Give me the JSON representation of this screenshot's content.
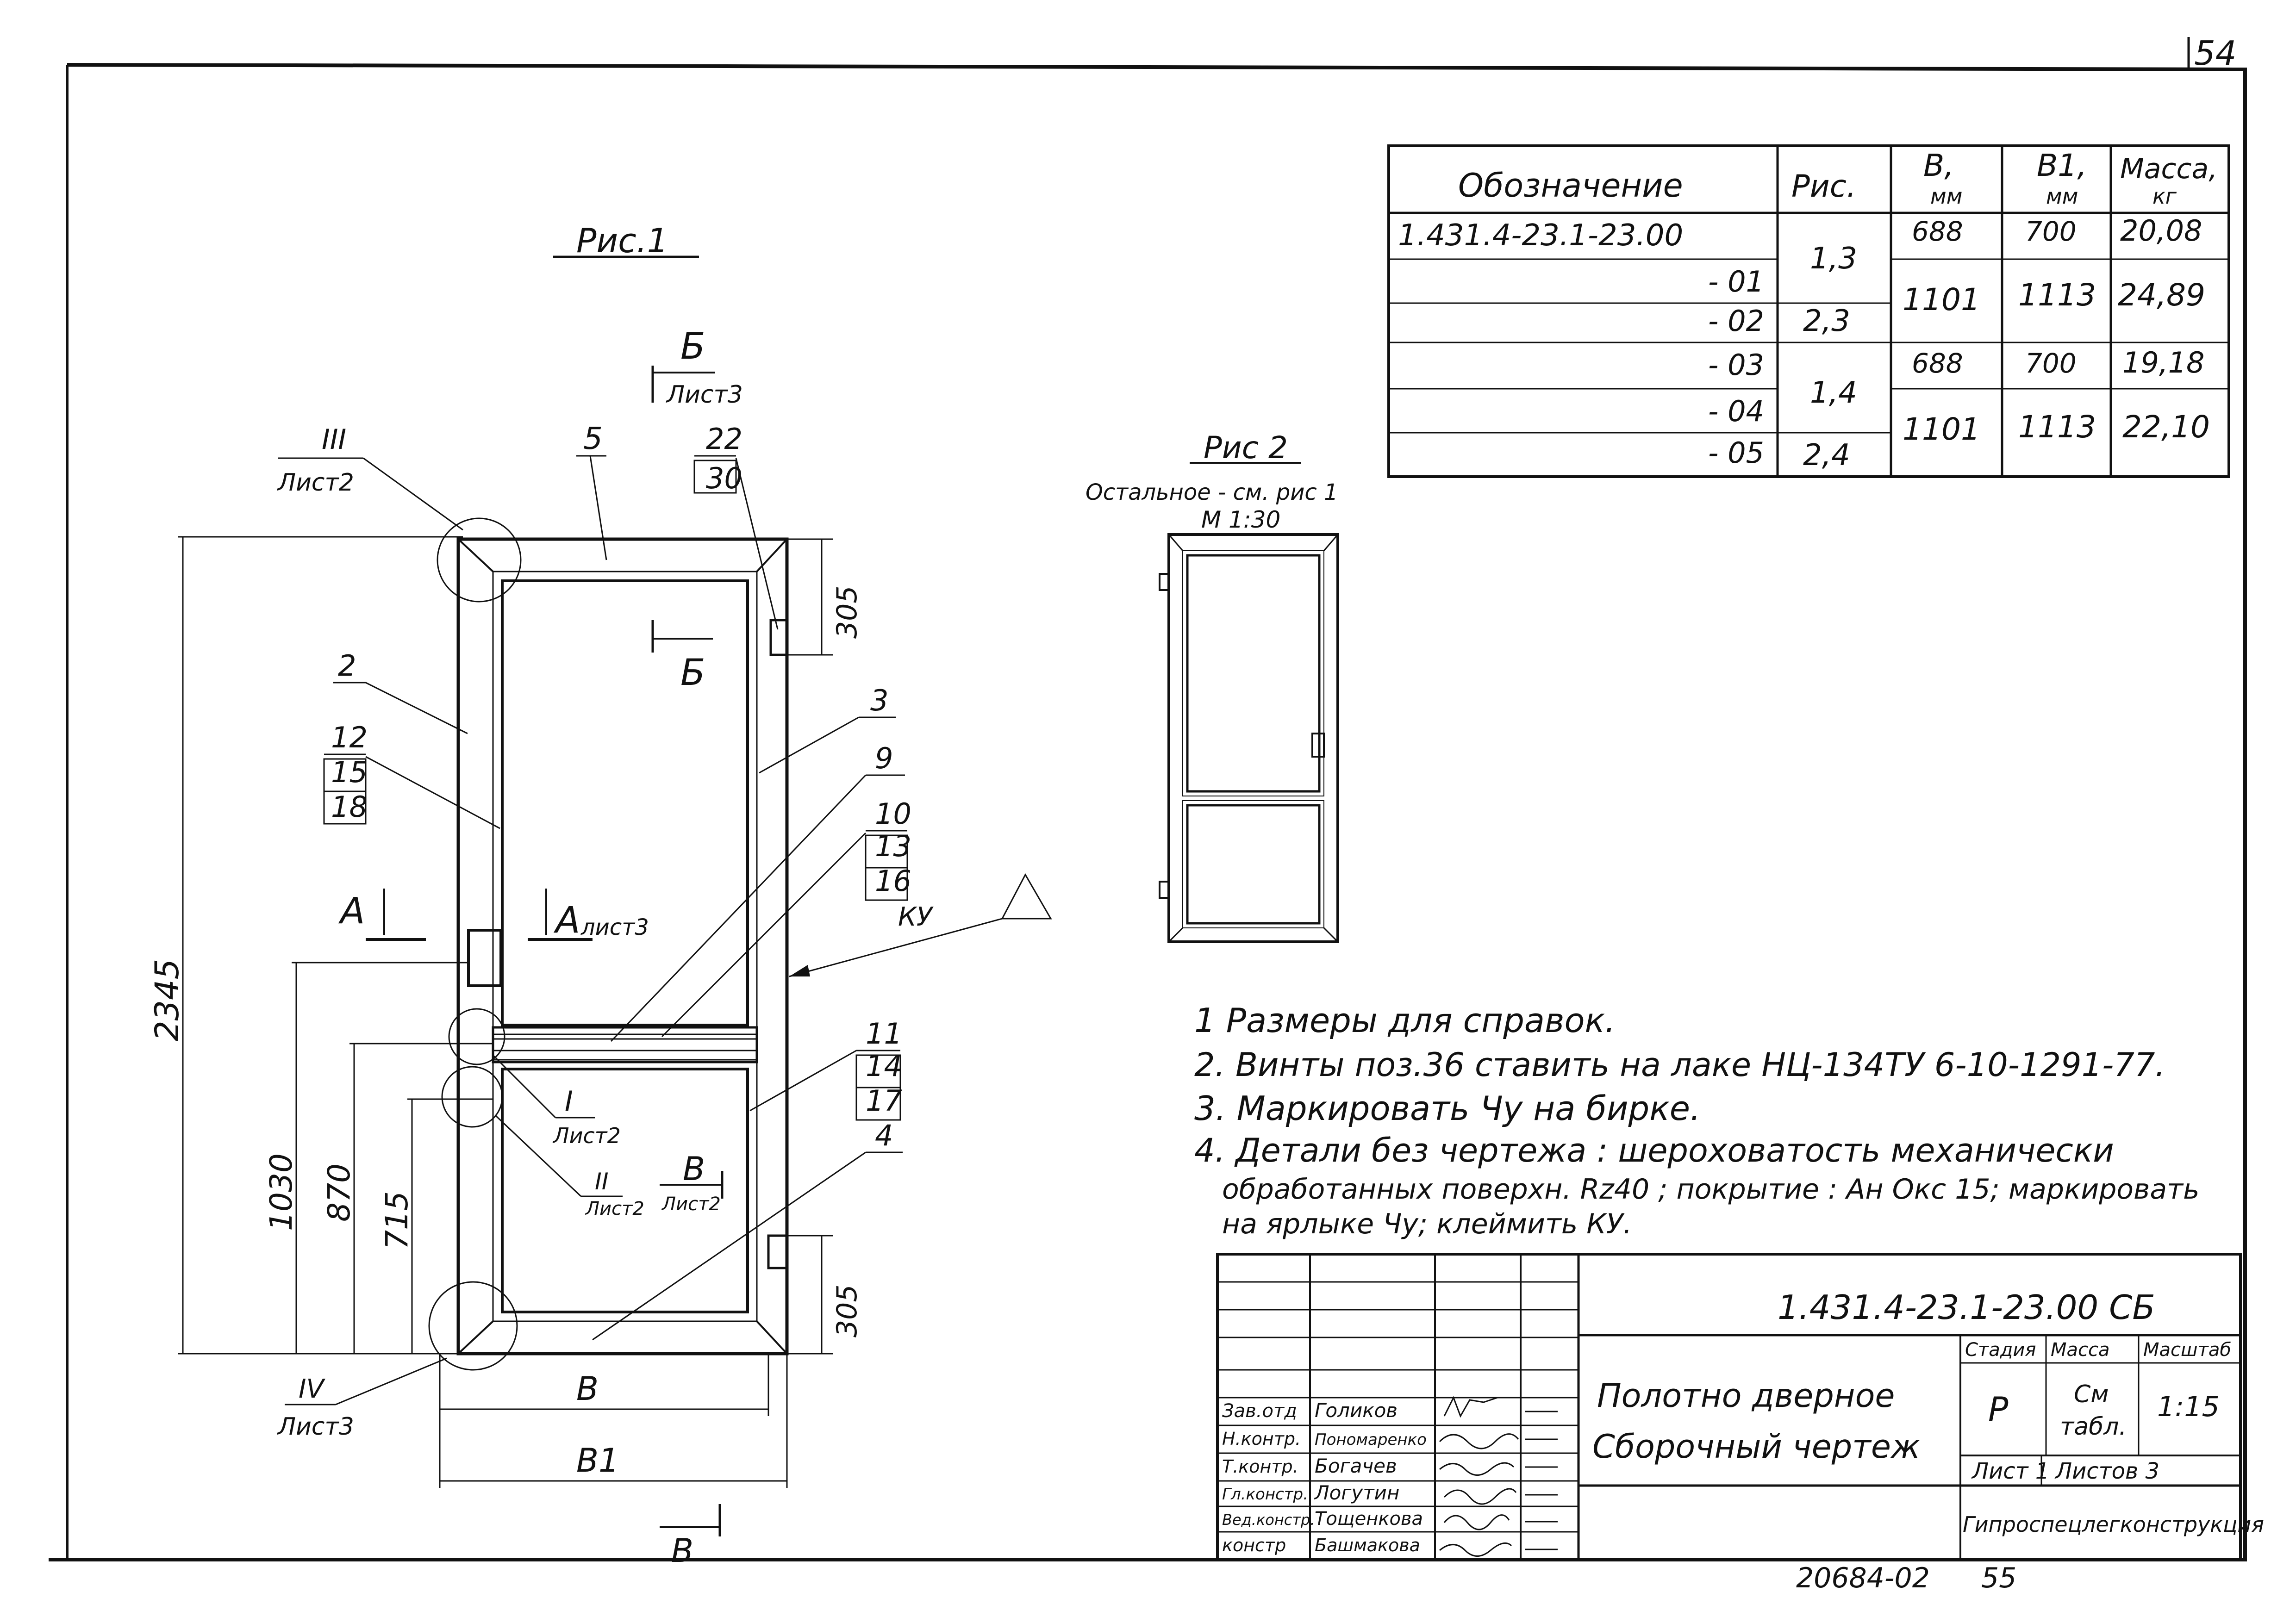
{
  "page_number": "54",
  "bottom_codes": {
    "left": "20684-02",
    "right": "55"
  },
  "fig1": {
    "title": "Рис.1",
    "dim_height": "2345",
    "dim_1030": "1030",
    "dim_870": "870",
    "dim_715": "715",
    "dim_305_top": "305",
    "dim_305_bottom": "305",
    "dim_B": "B",
    "dim_B1": "B1",
    "section_B_letter": "Б",
    "section_B_sheet": "Лист3",
    "section_A_letter": "A",
    "section_A_sheet": "лист3",
    "section_V_letter": "В",
    "section_V_sheet": "Лист2",
    "callouts": {
      "c5": "5",
      "c22": "22",
      "c30": "30",
      "c2": "2",
      "c12": "12",
      "c15": "15",
      "c18": "18",
      "c3": "3",
      "c9": "9",
      "c10": "10",
      "c13": "13",
      "c16": "16",
      "c11": "11",
      "c14": "14",
      "c17": "17",
      "c4": "4"
    },
    "ku_label": "КУ",
    "details": {
      "d3_num": "III",
      "d3_sheet": "Лист2",
      "d1_num": "I",
      "d1_sheet": "Лист2",
      "d2_num": "II",
      "d2_sheet": "Лист2",
      "d4_num": "IV",
      "d4_sheet": "Лист3"
    }
  },
  "fig2": {
    "title": "Рис 2",
    "note": "Остальное - см. рис 1",
    "scale": "М 1:30"
  },
  "spec_table": {
    "headers": [
      "Обозначение",
      "Рис.",
      "B,",
      "B1,",
      "Масса,"
    ],
    "units": [
      "",
      "",
      "мм",
      "мм",
      "кг"
    ],
    "designations": [
      "1.431.4-23.1-23.00",
      "- 01",
      "- 02",
      "- 03",
      "- 04",
      "- 05"
    ],
    "ris": [
      "1,3",
      "2,3",
      "1,4",
      "2,4"
    ],
    "rows": [
      {
        "B": "688",
        "B1": "700",
        "mass": "20,08"
      },
      {
        "B": "1101",
        "B1": "1113",
        "mass": "24,89"
      },
      {
        "B": "688",
        "B1": "700",
        "mass": "19,18"
      },
      {
        "B": "1101",
        "B1": "1113",
        "mass": "22,10"
      }
    ]
  },
  "notes": [
    "1 Размеры для справок.",
    "2. Винты поз.36 ставить на лаке НЦ-134ТУ 6-10-1291-77.",
    "3. Маркировать Чу на бирке.",
    "4. Детали без чертежа : шероховатость механически",
    "обработанных поверхн. Rz40 ; покрытие : Ан Окс 15; маркировать",
    "на ярлыке Чу; клеймить КУ."
  ],
  "title_block": {
    "code": "1.431.4-23.1-23.00 СБ",
    "name_line1": "Полотно дверное",
    "name_line2": "Сборочный чертеж",
    "stage_label": "Стадия",
    "mass_label": "Масса",
    "scale_label": "Масштаб",
    "stage": "Р",
    "mass_line1": "См",
    "mass_line2": "табл.",
    "scale": "1:15",
    "sheet": "Лист 1",
    "sheets": "Листов 3",
    "org": "Гипроспецлегконструкция",
    "roles": [
      {
        "role": "Зав.отд",
        "name": "Голиков"
      },
      {
        "role": "Н.контр.",
        "name": "Пономаренко"
      },
      {
        "role": "Т.контр.",
        "name": "Богачев"
      },
      {
        "role": "Гл.констр.",
        "name": "Логутин"
      },
      {
        "role": "Вед.констр.",
        "name": "Тощенкова"
      },
      {
        "role": "констр",
        "name": "Башмакова"
      }
    ]
  }
}
